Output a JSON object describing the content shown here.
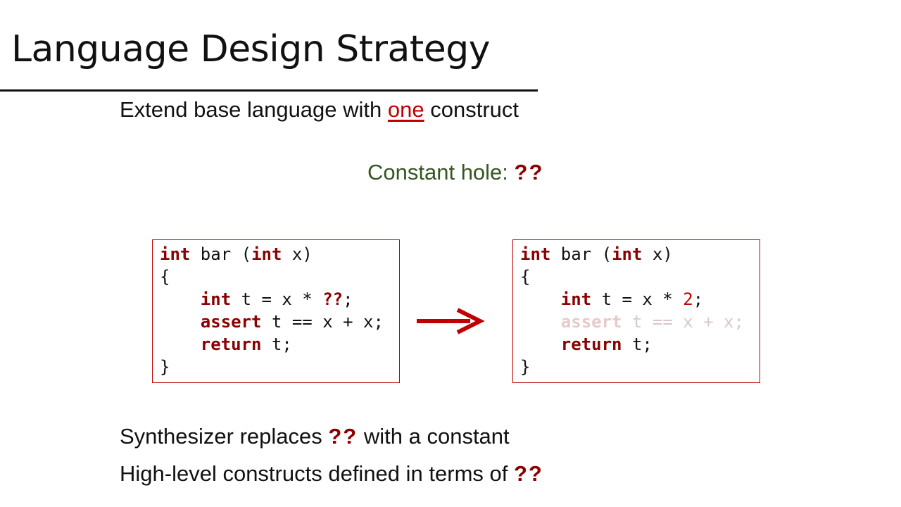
{
  "slide": {
    "title": "Language Design Strategy",
    "line1": {
      "pre": "Extend base language with ",
      "underlined": "one",
      "post": " construct"
    },
    "hole_line": {
      "label": "Constant hole: ",
      "mark": "??"
    },
    "line3": {
      "pre": "Synthesizer replaces ",
      "mark": "??",
      "post": " with a constant"
    },
    "line4": {
      "pre": "High-level constructs defined in terms of ",
      "mark": "??"
    }
  },
  "code_before": {
    "l1_kw": "int",
    "l1_mid": " bar (",
    "l1_kw2": "int",
    "l1_post": " x)",
    "l2": "{",
    "l3_indent": "    ",
    "l3_kw": "int",
    "l3_mid": " t = x * ",
    "l3_hole": "??",
    "l3_post": ";",
    "l4_indent": "    ",
    "l4_kw": "assert",
    "l4_post": " t == x + x;",
    "l5_indent": "    ",
    "l5_kw": "return",
    "l5_post": " t;",
    "l6": "}"
  },
  "code_after": {
    "l1_kw": "int",
    "l1_mid": " bar (",
    "l1_kw2": "int",
    "l1_post": " x)",
    "l2": "{",
    "l3_indent": "    ",
    "l3_kw": "int",
    "l3_mid": " t = x * ",
    "l3_num": "2",
    "l3_post": ";",
    "l4_indent": "    ",
    "l4_kw": "assert",
    "l4_post": " t == x + x;",
    "l5_indent": "    ",
    "l5_kw": "return",
    "l5_post": " t;",
    "l6": "}"
  },
  "colors": {
    "keyword": "#8b0000",
    "accent_red": "#c00000",
    "hole_label_green": "#375623",
    "faded": "#d9c8c8"
  },
  "icons": {
    "arrow": "right-arrow-icon"
  }
}
